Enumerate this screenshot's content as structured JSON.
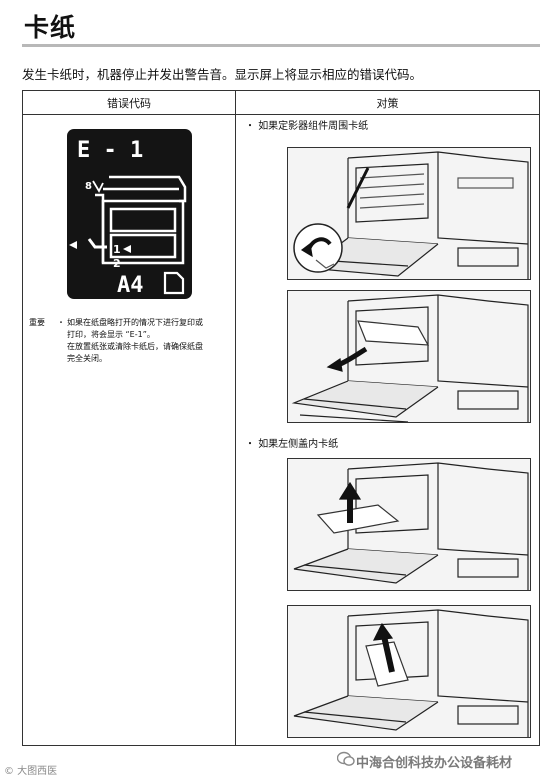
{
  "page": {
    "title": "卡纸",
    "intro": "发生卡纸时，机器停止并发出警告音。显示屏上将显示相应的错误代码。"
  },
  "table": {
    "header_code": "错误代码",
    "header_action": "对策"
  },
  "lcd": {
    "code": "E - 1",
    "paper_size": "A4",
    "tray_1": "1",
    "tray_2": "2",
    "icons": [
      "jam-location-arrow",
      "paper-tray-icon",
      "paper-sheet-icon"
    ]
  },
  "note": {
    "label": "重要",
    "bullet": "・",
    "lines": [
      "如果在纸盘略打开的情况下进行复印或",
      "打印，将会显示 “E-1”。",
      "在放置纸张或清除卡纸后，请确保纸盘",
      "完全关闭。"
    ]
  },
  "actions": [
    {
      "bullet": "・",
      "text": "如果定影器组件周围卡纸"
    },
    {
      "bullet": "・",
      "text": "如果左侧盖内卡纸"
    }
  ],
  "watermarks": {
    "left": "© 大图西医",
    "right": "中海合创科技办公设备耗材"
  }
}
